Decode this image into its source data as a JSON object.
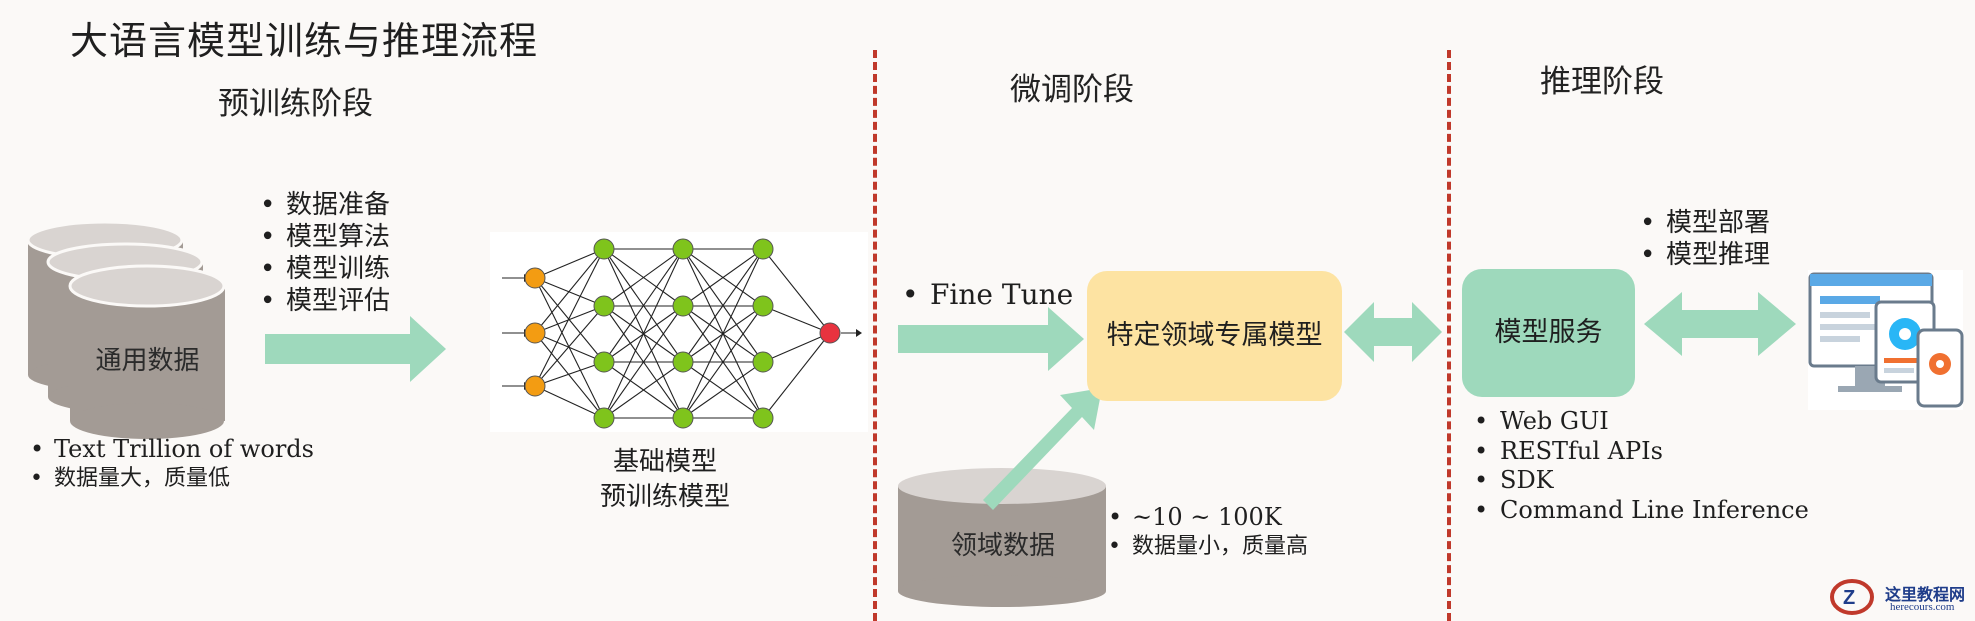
{
  "title": "大语言模型训练与推理流程",
  "stages": {
    "pretrain": "预训练阶段",
    "finetune": "微调阶段",
    "inference": "推理阶段"
  },
  "pretrain": {
    "steps": [
      "数据准备",
      "模型算法",
      "模型训练",
      "模型评估"
    ],
    "data_label": "通用数据",
    "data_notes": [
      "Text Trillion of words",
      "数据量大，质量低"
    ],
    "model_label_1": "基础模型",
    "model_label_2": "预训练模型"
  },
  "finetune": {
    "method": "Fine Tune",
    "model_box": "特定领域专属模型",
    "data_label": "领域数据",
    "data_notes": [
      "~10 ~ 100K",
      "数据量小，质量高"
    ]
  },
  "inference": {
    "service_box": "模型服务",
    "deploy_steps": [
      "模型部署",
      "模型推理"
    ],
    "interfaces": [
      "Web GUI",
      "RESTful APIs",
      "SDK",
      "Command Line Inference"
    ]
  },
  "logo": {
    "name": "这里教程网",
    "url_text": "herecours.com"
  },
  "colors": {
    "arrow": "#9ed9bc",
    "model_box": "#fde3a2",
    "service_box": "#9ed9bc",
    "cylinder_side": "#a39b95",
    "cylinder_top": "#d9d4d1",
    "divider": "#c0392b",
    "nn_input": "#f39c12",
    "nn_hidden": "#7fc41c",
    "nn_output": "#e8333f"
  }
}
